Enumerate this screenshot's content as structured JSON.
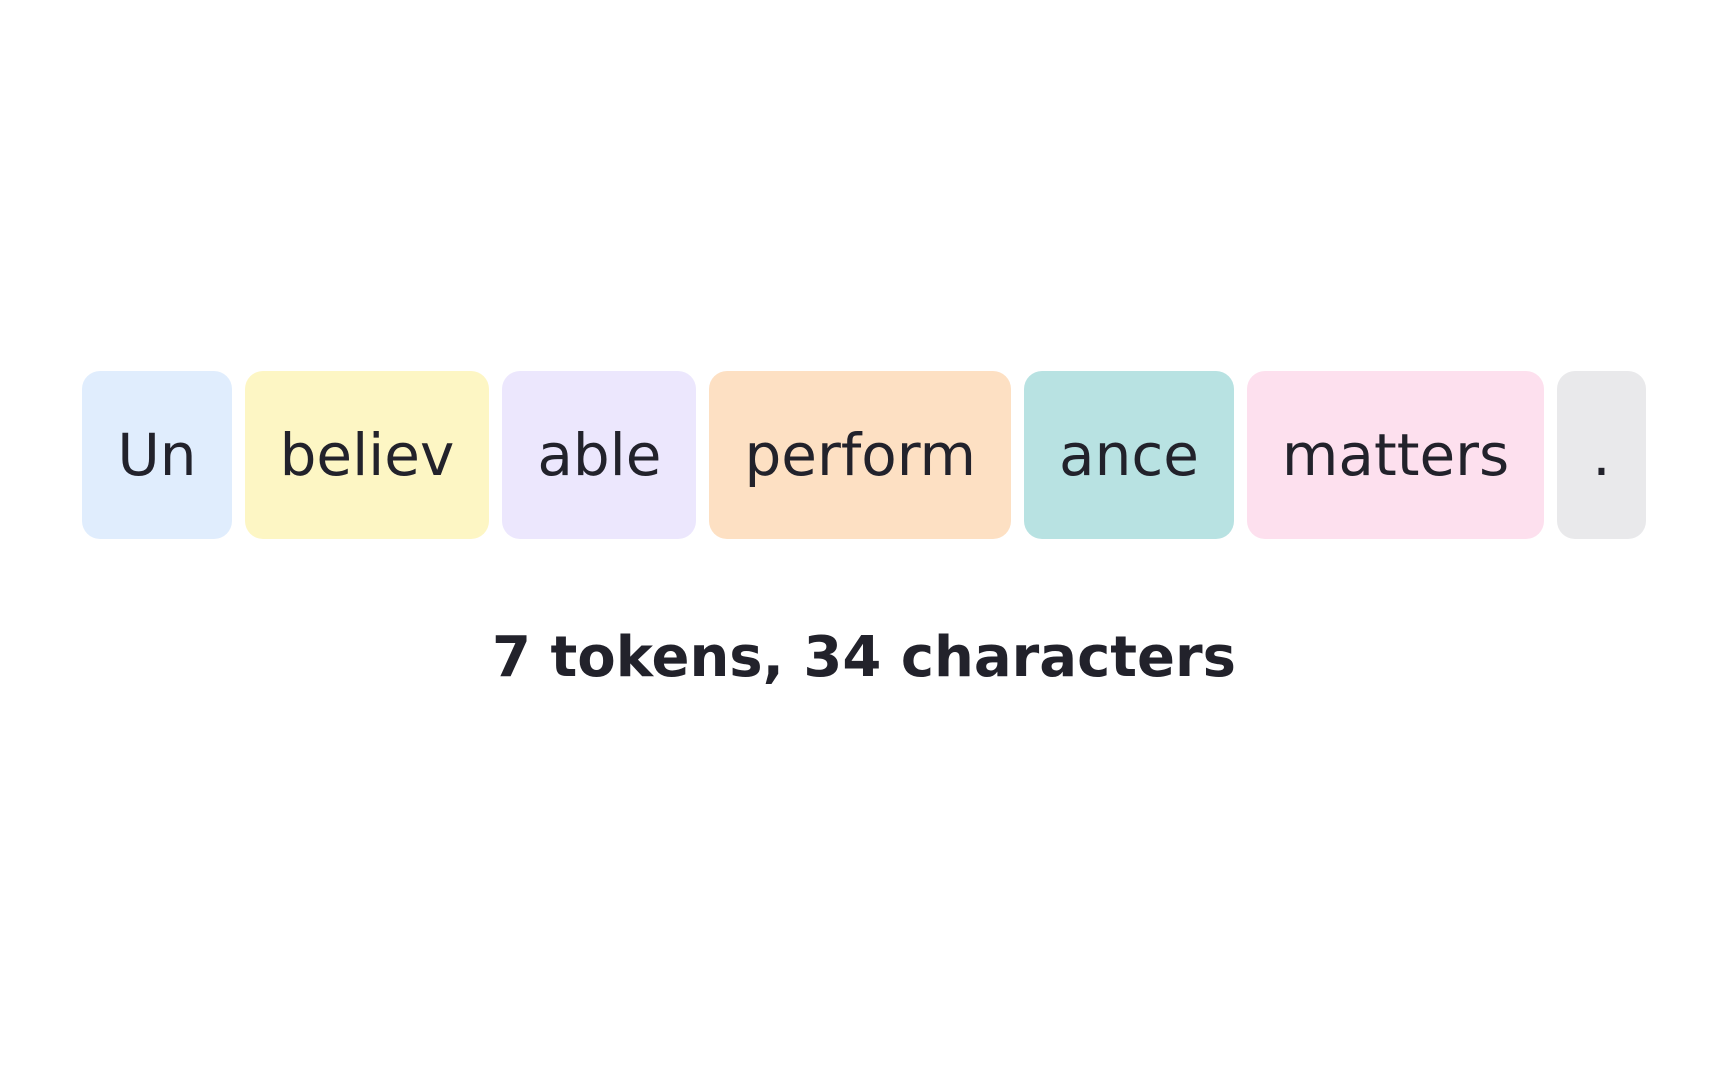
{
  "tokens": [
    {
      "text": "Un",
      "color": "#e0edfd"
    },
    {
      "text": "believ",
      "color": "#fdf6c4"
    },
    {
      "text": "able",
      "color": "#ece7fd"
    },
    {
      "text": "perform",
      "color": "#fde0c3"
    },
    {
      "text": "ance",
      "color": "#b8e2e2"
    },
    {
      "text": "matters",
      "color": "#fde0ee"
    },
    {
      "text": ".",
      "color": "#e9e9eb"
    }
  ],
  "summary": "7 tokens, 34 characters",
  "text_color": "#22222b",
  "background": "#ffffff"
}
